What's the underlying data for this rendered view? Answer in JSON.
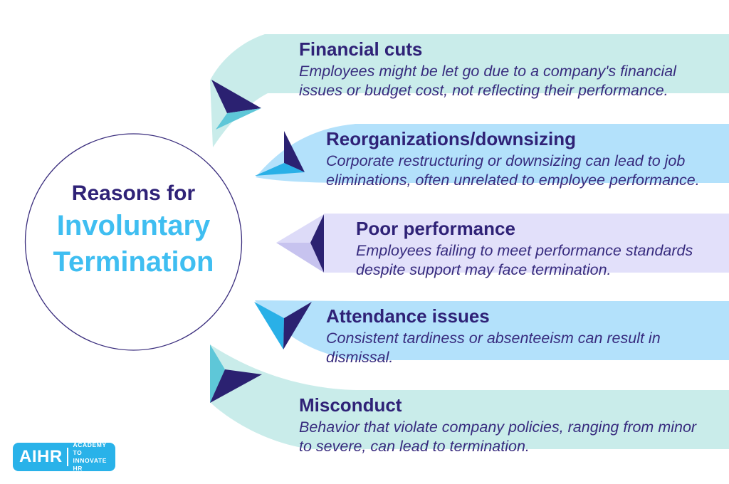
{
  "title": {
    "line1": "Reasons for",
    "line2": "Involuntary",
    "line3": "Termination"
  },
  "reasons": [
    {
      "title": "Financial cuts",
      "description": "Employees might be let go due to a company's financial issues or budget cost, not reflecting their performance."
    },
    {
      "title": "Reorganizations/downsizing",
      "description": "Corporate restructuring or downsizing can lead to job eliminations, often unrelated to employee performance."
    },
    {
      "title": "Poor performance",
      "description": "Employees failing to meet performance standards despite support may face termination."
    },
    {
      "title": "Attendance issues",
      "description": "Consistent tardiness or absenteeism can result in dismissal."
    },
    {
      "title": "Misconduct",
      "description": "Behavior that violate company policies, ranging from minor to severe, can lead to termination."
    }
  ],
  "logo": {
    "brand": "AIHR",
    "tagline_line1": "ACADEMY TO",
    "tagline_line2": "INNOVATE HR"
  },
  "colors": {
    "banner_teal": "#c9ecea",
    "banner_blue": "#b3e1fb",
    "banner_lavender": "#e2e0fa",
    "arrow_navy": "#2b2171",
    "arrow_teal": "#5ec7d8",
    "arrow_cyan": "#29b0e7",
    "arrow_lavender_light": "#dddbf8",
    "arrow_lavender_dark": "#c7c3ef",
    "title_navy": "#2f2277",
    "title_blue": "#3fbef1",
    "description_indigo": "#372b7e",
    "logo_blue": "#29b2e9",
    "circle_stroke": "#3a2d7d"
  }
}
